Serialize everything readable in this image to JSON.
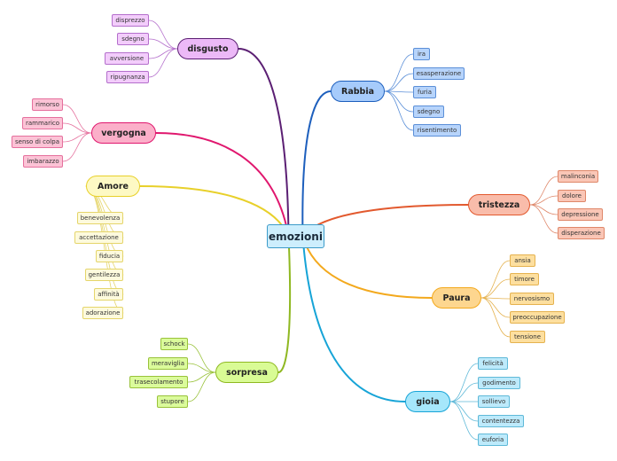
{
  "center": {
    "label": "emozioni",
    "fill": "#cdeefd",
    "border": "#3c9bc9"
  },
  "branches": [
    {
      "key": "disgusto",
      "label": "disgusto",
      "color": "#5b1f73",
      "fill": "#ecb9f7",
      "leafFill": "#f3cdfb",
      "leafBorder": "#b46fcc",
      "items": [
        "disprezzo",
        "sdegno",
        "avversione",
        "ripugnanza"
      ]
    },
    {
      "key": "vergogna",
      "label": "vergogna",
      "color": "#e0176e",
      "fill": "#fbafc9",
      "leafFill": "#fcc3d6",
      "leafBorder": "#e5709d",
      "items": [
        "rimorso",
        "rammarico",
        "senso di colpa",
        "imbarazzo"
      ]
    },
    {
      "key": "amore",
      "label": "Amore",
      "color": "#e8d02a",
      "fill": "#fdf9c4",
      "leafFill": "#fdfadd",
      "leafBorder": "#e5d56a",
      "items": [
        "benevolenza",
        "accettazione",
        "fiducia",
        "gentilezza",
        "affinità",
        "adorazione"
      ]
    },
    {
      "key": "sorpresa",
      "label": "sorpresa",
      "color": "#8fb821",
      "fill": "#d9fb95",
      "leafFill": "#dbfb9b",
      "leafBorder": "#99c23a",
      "items": [
        "schock",
        "meraviglia",
        "trasecolamento",
        "stupore"
      ]
    },
    {
      "key": "rabbia",
      "label": "Rabbia",
      "color": "#1d5fbd",
      "fill": "#a6cbfb",
      "leafFill": "#b7d4fb",
      "leafBorder": "#5b8fd8",
      "items": [
        "ira",
        "esasperazione",
        "furia",
        "sdegno",
        "risentimento"
      ]
    },
    {
      "key": "tristezza",
      "label": "tristezza",
      "color": "#e2592e",
      "fill": "#f9bcaa",
      "leafFill": "#fac6b6",
      "leafBorder": "#df8769",
      "items": [
        "malinconia",
        "dolore",
        "depressione",
        "disperazione"
      ]
    },
    {
      "key": "paura",
      "label": "Paura",
      "color": "#f3a91d",
      "fill": "#fdd68f",
      "leafFill": "#fddf9f",
      "leafBorder": "#e5b24f",
      "items": [
        "ansia",
        "timore",
        "nervosismo",
        "preoccupazione",
        "tensione"
      ]
    },
    {
      "key": "gioia",
      "label": "gioia",
      "color": "#17a4d7",
      "fill": "#a6e7fb",
      "leafFill": "#bdeafb",
      "leafBorder": "#5fb9d8",
      "items": [
        "felicità",
        "godimento",
        "sollievo",
        "contentezza",
        "euforia"
      ]
    }
  ]
}
